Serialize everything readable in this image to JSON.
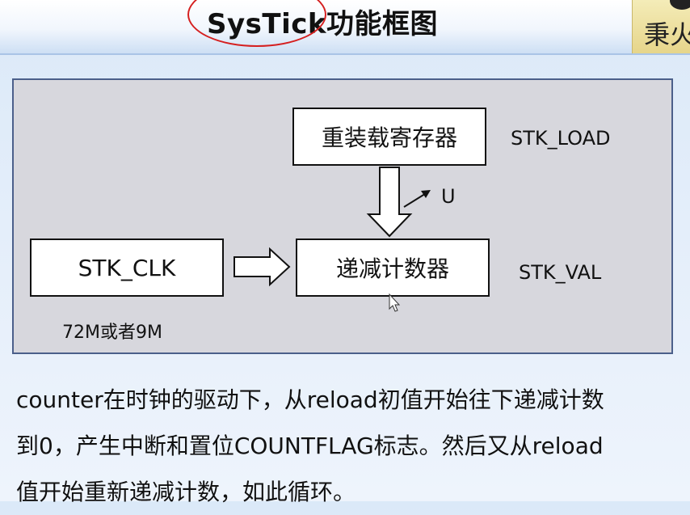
{
  "title": "SysTick功能框图",
  "logo": {
    "text": "秉火"
  },
  "diagram": {
    "reload_register_label": "重装载寄存器",
    "reload_register_name": "STK_LOAD",
    "down_counter_label": "递减计数器",
    "down_counter_name": "STK_VAL",
    "clock_label": "STK_CLK",
    "clock_freq": "72M或者9M",
    "update_label": "U"
  },
  "description": {
    "lines": [
      "counter在时钟的驱动下，从reload初值开始往下递减计数",
      "到0，产生中断和置位COUNTFLAG标志。然后又从reload",
      "值开始重新递减计数，如此循环。"
    ]
  },
  "colors": {
    "annotation_circle": "#d51f1f",
    "panel_fill": "#d7d7dd",
    "panel_border": "#4b5f8a"
  }
}
